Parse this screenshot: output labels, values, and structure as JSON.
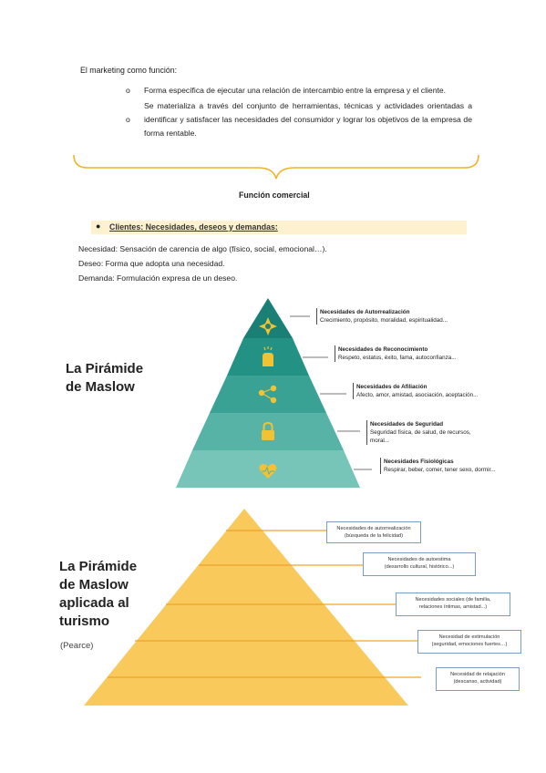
{
  "doc": {
    "intro_heading": "El marketing como función:",
    "bullets": [
      "Forma específica de ejecutar una relación de intercambio entre la empresa y el cliente.",
      "Se materializa a través del conjunto de herramientas, técnicas y actividades orientadas a identificar y satisfacer las necesidades del consumidor y lograr los objetivos de la empresa de forma rentable."
    ],
    "bullet_marker": "o",
    "brace_label": "Función comercial",
    "clients_heading": "Clientes: Necesidades, deseos y demandas:",
    "definitions": [
      "Necesidad: Sensación de carencia de algo (físico, social, emocional…).",
      "Deseo: Forma que adopta una necesidad.",
      "Demanda: Formulación expresa de un deseo."
    ]
  },
  "maslow1": {
    "title_line1": "La Pirámide",
    "title_line2": "de Maslow",
    "colors": [
      "#1a7f74",
      "#239184",
      "#3aa295",
      "#56b3a6",
      "#77c4b9"
    ],
    "icon_color": "#f2c232",
    "levels": [
      {
        "icon": "star-compass-icon",
        "title": "Necesidades de Autorrealización",
        "desc": "Crecimiento, propósito, moralidad, espiritualidad..."
      },
      {
        "icon": "clapping-hands-icon",
        "title": "Necesidades de Reconocimiento",
        "desc": "Respeto, estatus, éxito, fama, autoconfianza..."
      },
      {
        "icon": "network-people-icon",
        "title": "Necesidades de Afiliación",
        "desc": "Afecto, amor, amistad, asociación, aceptación..."
      },
      {
        "icon": "padlock-icon",
        "title": "Necesidades de Seguridad",
        "desc": "Seguridad física, de salud, de recursos, moral..."
      },
      {
        "icon": "heart-pulse-icon",
        "title": "Necesidades Fisiológicas",
        "desc": "Respirar, beber, comer, tener sexo, dormir..."
      }
    ]
  },
  "maslow2": {
    "title_line1": "La Pirámide",
    "title_line2": "de Maslow",
    "title_line3": "aplicada al",
    "title_line4": "turismo",
    "author": "(Pearce)",
    "fill_color": "#f9c95c",
    "line_color": "#f0a32a",
    "levels": [
      {
        "line1": "Necesidades de autorrealización",
        "line2": "(búsqueda de la felicidad)"
      },
      {
        "line1": "Necesidades de autoestima",
        "line2": "(desarrollo cultural, histórico...)"
      },
      {
        "line1": "Necesidades sociales (de familia,",
        "line2": "relaciones íntimas, amistad...)"
      },
      {
        "line1": "Necesidad de estimulación",
        "line2": "(seguridad, emociones fuertes…)"
      },
      {
        "line1": "Necesidad de relajación",
        "line2": "(descanso, actividad)"
      }
    ]
  }
}
